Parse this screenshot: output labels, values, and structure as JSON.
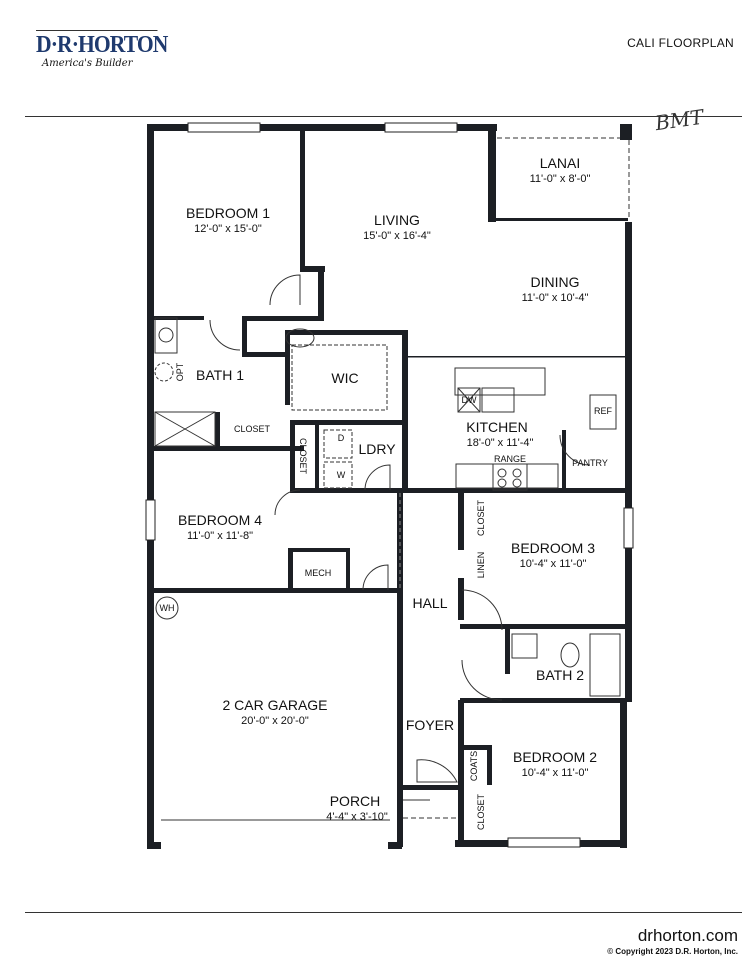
{
  "header": {
    "logo_text": "D·R·HORTON",
    "logo_tagline": "America's Builder",
    "title": "CALI FLOORPLAN",
    "handwritten_note": "BMT"
  },
  "rooms": {
    "bedroom1": {
      "name": "BEDROOM 1",
      "size": "12'-0\" x 15'-0\""
    },
    "living": {
      "name": "LIVING",
      "size": "15'-0\" x 16'-4\""
    },
    "lanai": {
      "name": "LANAI",
      "size": "11'-0\" x 8'-0\""
    },
    "dining": {
      "name": "DINING",
      "size": "11'-0\" x 10'-4\""
    },
    "bath1": {
      "name": "BATH 1"
    },
    "wic": {
      "name": "WIC"
    },
    "kitchen": {
      "name": "KITCHEN",
      "size": "18'-0\" x 11'-4\""
    },
    "ldry": {
      "name": "LDRY"
    },
    "bedroom4": {
      "name": "BEDROOM 4",
      "size": "11'-0\" x 11'-8\""
    },
    "bedroom3": {
      "name": "BEDROOM 3",
      "size": "10'-4\" x 11'-0\""
    },
    "hall": {
      "name": "HALL"
    },
    "bath2": {
      "name": "BATH 2"
    },
    "garage": {
      "name": "2 CAR GARAGE",
      "size": "20'-0\" x 20'-0\""
    },
    "foyer": {
      "name": "FOYER"
    },
    "bedroom2": {
      "name": "BEDROOM 2",
      "size": "10'-4\" x 11'-0\""
    },
    "porch": {
      "name": "PORCH",
      "size": "4'-4\" x 3'-10\""
    }
  },
  "fixtures": {
    "closet_bath1": "CLOSET",
    "closet_hall": "CLOSET",
    "closet_bed3": "CLOSET",
    "closet_bed2": "CLOSET",
    "linen": "LINEN",
    "coats": "COATS",
    "mech": "MECH",
    "pantry": "PANTRY",
    "ref": "REF",
    "range": "RANGE",
    "dw": "DW",
    "dryer": "D",
    "washer": "W",
    "water_heater": "WH",
    "opt": "OPT"
  },
  "footer": {
    "website": "drhorton.com",
    "copyright": "© Copyright 2023 D.R. Horton, Inc."
  }
}
